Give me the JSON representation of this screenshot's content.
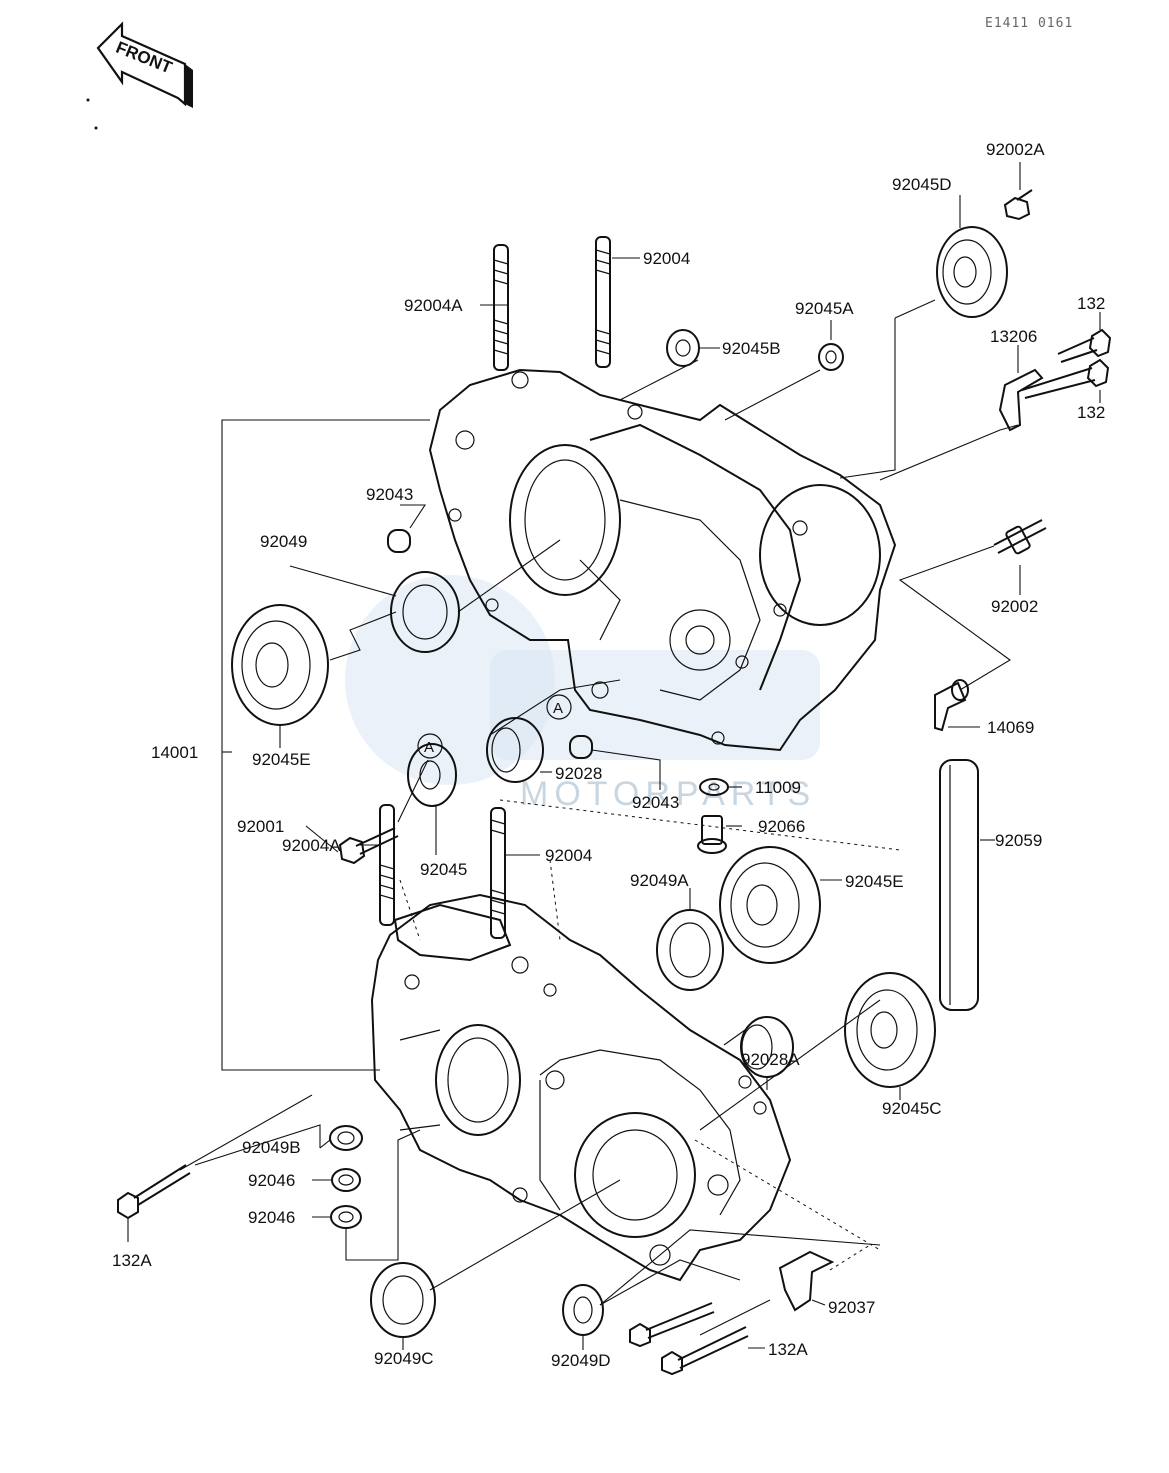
{
  "diagram": {
    "code": "E1411 0161",
    "front_label": "FRONT",
    "watermark": "MOTORPARTS",
    "marker": "A",
    "colors": {
      "ink": "#111111",
      "watermark": "#d8e6f2"
    }
  },
  "labels": {
    "p92002A": "92002A",
    "p92045D": "92045D",
    "p92004_top": "92004",
    "p92004A_top": "92004A",
    "p92045A": "92045A",
    "p92045B": "92045B",
    "p132_a": "132",
    "p132_b": "132",
    "p13206": "13206",
    "p92043_top": "92043",
    "p92049": "92049",
    "p92002": "92002",
    "p92045E_left": "92045E",
    "p14001": "14001",
    "p14069": "14069",
    "p92028": "92028",
    "p92043_mid": "92043",
    "p11009": "11009",
    "p92001": "92001",
    "p92066": "92066",
    "p92059": "92059",
    "p92004A_bot": "92004A",
    "p92045": "92045",
    "p92004_bot": "92004",
    "p92049A": "92049A",
    "p92045E_right": "92045E",
    "p92028A": "92028A",
    "p92045C": "92045C",
    "p92049B": "92049B",
    "p92046_a": "92046",
    "p92046_b": "92046",
    "p132A_left": "132A",
    "p92037": "92037",
    "p92049C": "92049C",
    "p92049D": "92049D",
    "p132A_right": "132A"
  }
}
